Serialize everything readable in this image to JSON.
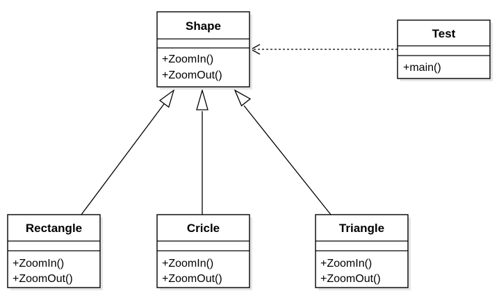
{
  "classes": {
    "shape": {
      "name": "Shape",
      "ops": [
        "+ZoomIn()",
        "+ZoomOut()"
      ]
    },
    "test": {
      "name": "Test",
      "ops": [
        "+main()"
      ]
    },
    "rectangle": {
      "name": "Rectangle",
      "ops": [
        "+ZoomIn()",
        "+ZoomOut()"
      ]
    },
    "cricle": {
      "name": "Cricle",
      "ops": [
        "+ZoomIn()",
        "+ZoomOut()"
      ]
    },
    "triangle": {
      "name": "Triangle",
      "ops": [
        "+ZoomIn()",
        "+ZoomOut()"
      ]
    }
  },
  "relations": [
    {
      "type": "generalization",
      "from": "rectangle",
      "to": "shape"
    },
    {
      "type": "generalization",
      "from": "cricle",
      "to": "shape"
    },
    {
      "type": "generalization",
      "from": "triangle",
      "to": "shape"
    },
    {
      "type": "dependency",
      "from": "test",
      "to": "shape"
    }
  ]
}
